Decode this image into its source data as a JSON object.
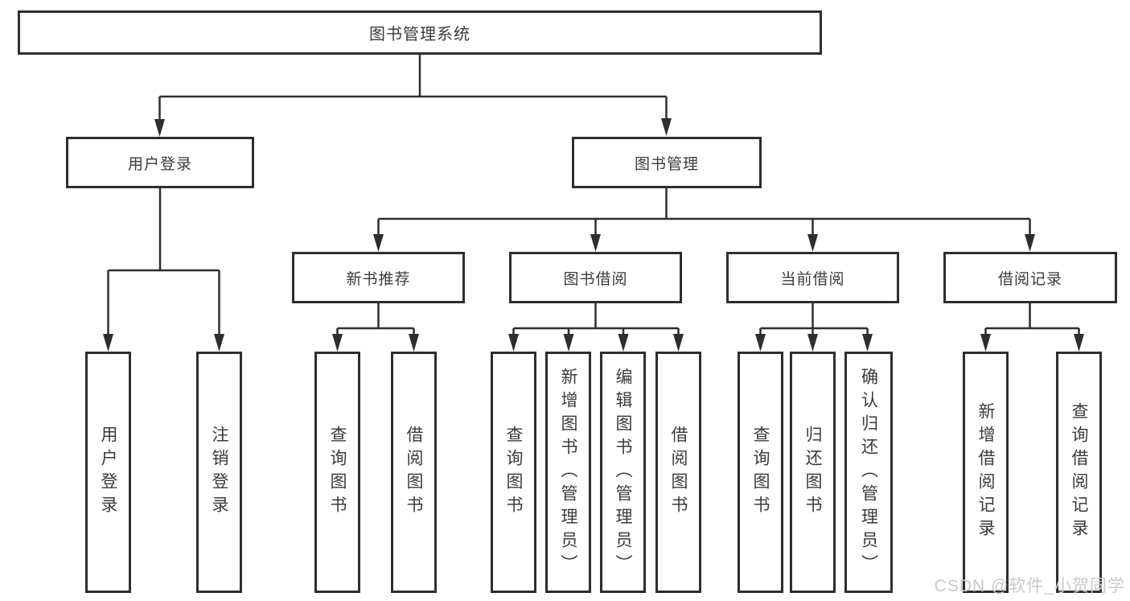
{
  "diagram_type": "tree",
  "tree": {
    "label": "图书管理系统",
    "children": [
      {
        "label": "用户登录",
        "children": [
          {
            "label": "用户登录"
          },
          {
            "label": "注销登录"
          }
        ]
      },
      {
        "label": "图书管理",
        "children": [
          {
            "label": "新书推荐",
            "children": [
              {
                "label": "查询图书"
              },
              {
                "label": "借阅图书"
              }
            ]
          },
          {
            "label": "图书借阅",
            "children": [
              {
                "label": "查询图书"
              },
              {
                "label": "新增图书（管理员）"
              },
              {
                "label": "编辑图书（管理员）"
              },
              {
                "label": "借阅图书"
              }
            ]
          },
          {
            "label": "当前借阅",
            "children": [
              {
                "label": "查询图书"
              },
              {
                "label": "归还图书"
              },
              {
                "label": "确认归还（管理员）"
              }
            ]
          },
          {
            "label": "借阅记录",
            "children": [
              {
                "label": "新增借阅记录"
              },
              {
                "label": "查询借阅记录"
              }
            ]
          }
        ]
      }
    ]
  },
  "watermark": "CSDN @软件_小贺同学",
  "colors": {
    "line": "#2e2e2e",
    "box_background": "#ffffff",
    "text": "#3b3b3b",
    "watermark": "#c9c9c9"
  }
}
